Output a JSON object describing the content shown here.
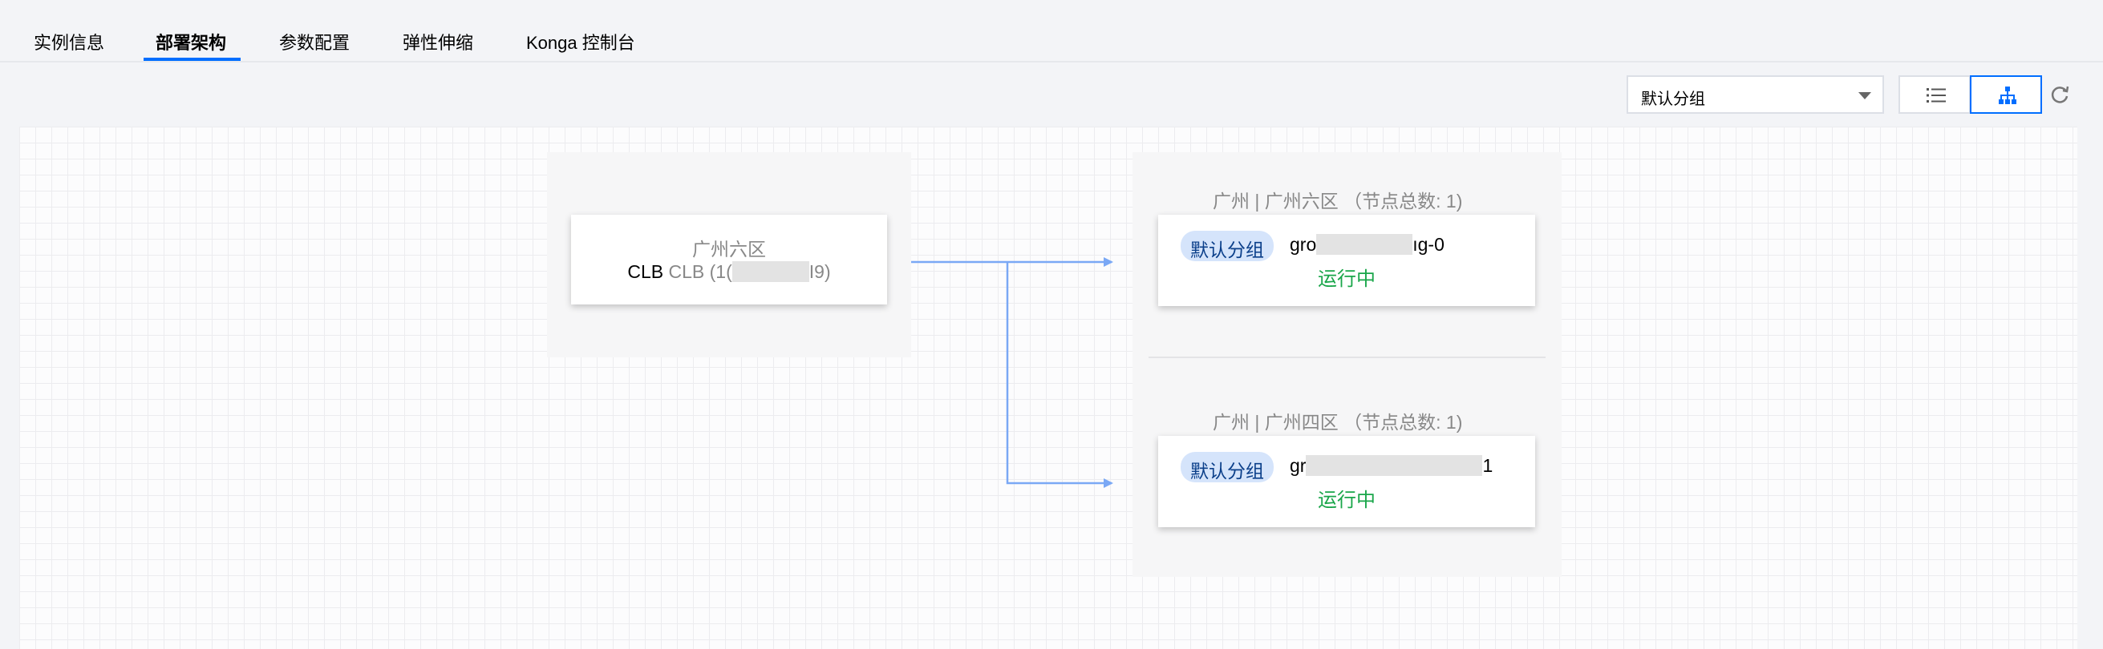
{
  "tabs": [
    {
      "label": "实例信息",
      "active": false
    },
    {
      "label": "部署架构",
      "active": true
    },
    {
      "label": "参数配置",
      "active": false
    },
    {
      "label": "弹性伸缩",
      "active": false
    },
    {
      "label": "Konga 控制台",
      "active": false
    }
  ],
  "toolbar": {
    "group_select": "默认分组",
    "list_view_icon": "list-icon",
    "topology_view_icon": "topology-icon",
    "refresh_icon": "refresh-icon"
  },
  "clb": {
    "region": "广州六区",
    "label": "CLB (1(",
    "label_suffix": "I9)"
  },
  "zones": [
    {
      "title": "广州 | 广州六区 （节点总数: 1)",
      "node": {
        "badge": "默认分组",
        "name_prefix": "gro",
        "name_suffix": "ıg-0",
        "status": "运行中"
      }
    },
    {
      "title": "广州 | 广州四区 （节点总数: 1)",
      "node": {
        "badge": "默认分组",
        "name_prefix": "gr",
        "name_suffix": "1",
        "status": "运行中"
      }
    }
  ],
  "colors": {
    "accent": "#006eff",
    "running": "#1aa64a",
    "connector": "#7aa8f5",
    "badge_bg": "#d5e4fb"
  }
}
